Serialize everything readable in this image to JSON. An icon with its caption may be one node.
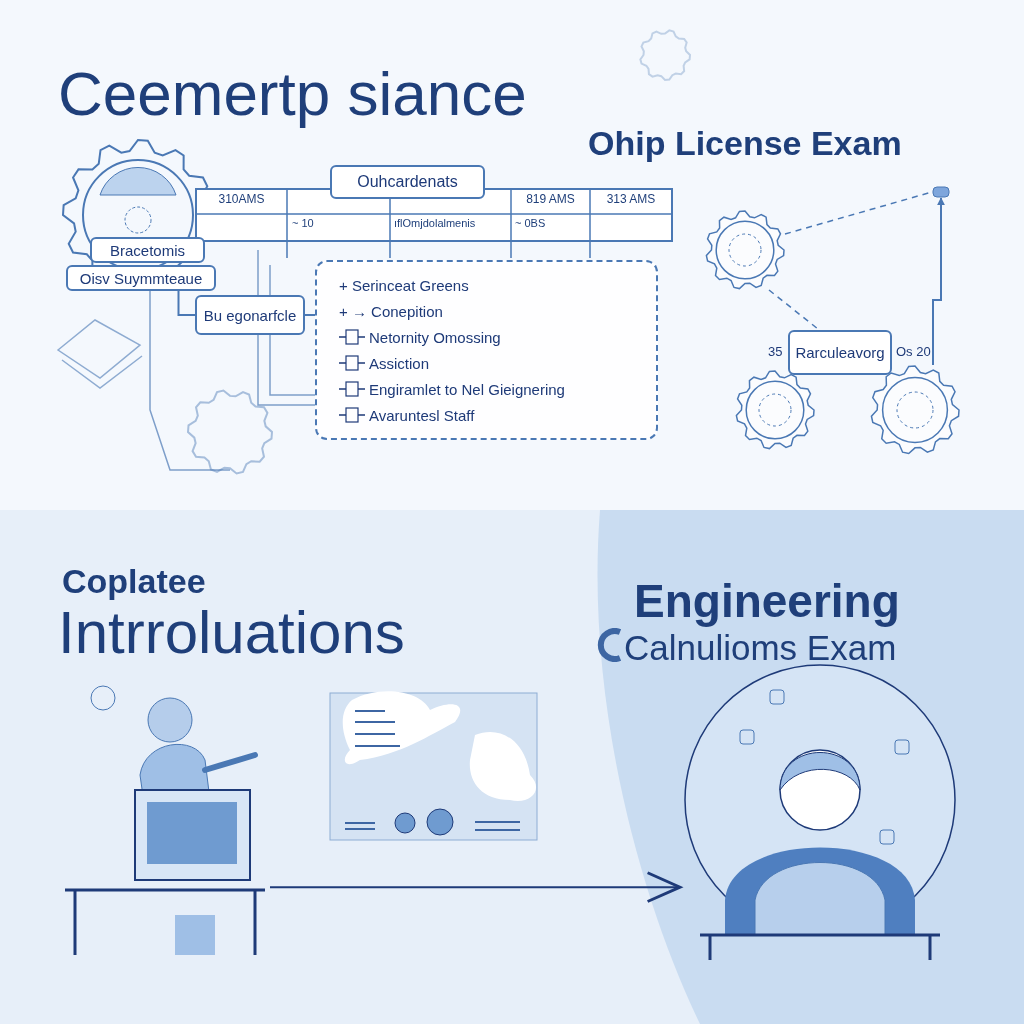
{
  "diagram": {
    "title": "Ceemertp siance",
    "nodes": [
      {
        "text": [
          "Ouhcardenats"
        ]
      },
      {
        "text": [
          "Bracetomis"
        ]
      },
      {
        "text": [
          "Oisv Suymmteaue"
        ]
      },
      {
        "text": [
          "Bu egonarfcle"
        ]
      },
      {
        "text": [
          "+ Serinceat Greens",
          "+ → Conepition",
          "Netornity Omossing",
          "Assiction",
          "Engiramlet to Nel Gieignering",
          "Avaruntesl Staff"
        ]
      },
      {
        "text": [
          "Rarculeavorg"
        ],
        "beside": [
          "35",
          "Os 20"
        ]
      },
      {
        "text": [],
        "shape": "circle"
      },
      {
        "text": [],
        "shape": "box"
      },
      {
        "text": [],
        "shape": "circle"
      },
      {
        "text": [],
        "shape": "circle"
      },
      {
        "text": [],
        "shape": "picture"
      },
      {
        "text": [],
        "shape": "picture"
      }
    ],
    "edges": [
      {
        "from": 2,
        "to": 3,
        "arrow": "none"
      },
      {
        "from": 3,
        "to": 4,
        "arrow": "none"
      },
      {
        "from": 6,
        "to": 5,
        "arrow": "none",
        "style": "dashed"
      },
      {
        "from": 6,
        "to": 7,
        "arrow": "none",
        "style": "dashed"
      },
      {
        "from": 9,
        "to": 7,
        "arrow": "to"
      },
      {
        "from": 10,
        "to": 11,
        "arrow": "to"
      }
    ],
    "labels": [
      "Ohip License Exam",
      "310AMS",
      "819 AMS",
      "313 AMS",
      "~ 10",
      "ıflOmjdolalmenis",
      "~ 0BS",
      "Coplatee",
      "Intrroluations",
      "Engineering",
      "Calnulioms Exam"
    ]
  }
}
